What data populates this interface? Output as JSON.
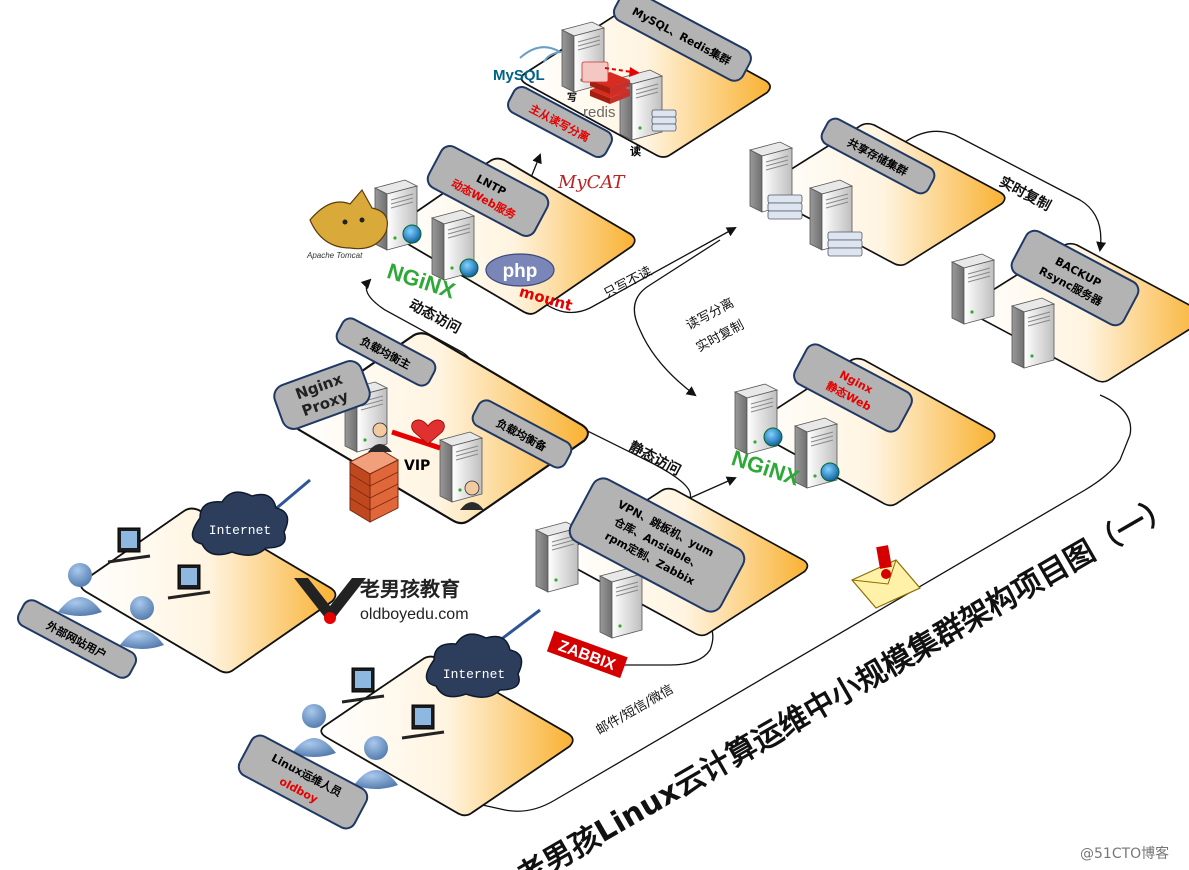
{
  "title": "老男孩Linux云计算运维中小规模集群架构项目图（一）",
  "watermark": "@51CTO博客",
  "brand": {
    "cn": "老男孩教育",
    "url": "oldboyedu.com"
  },
  "colors": {
    "panel_gradient_end": "#f9b233",
    "label_fill": "#b3b3b3",
    "label_border": "#1f3864",
    "red": "#e60000",
    "nginx_green": "#2ea836",
    "php_purple": "#7a86b8",
    "line_blue": "#2f5597"
  },
  "nodes": {
    "mysql": {
      "label_line1": "MySQL、Redis集群",
      "write": "写",
      "read": "读",
      "mysql_logo": "MySQL",
      "redis_logo": "redis",
      "split_line1": "主从读写分离"
    },
    "lntp": {
      "label_line1": "LNTP",
      "label_line2": "动态Web服务",
      "tomcat": "Apache Tomcat",
      "php": "php",
      "nginx": "NGiNX",
      "mycat": "MyCAT"
    },
    "storage": {
      "label_line1": "共享存储集群"
    },
    "backup": {
      "label_line1": "BACKUP",
      "label_line2": "Rsync服务器"
    },
    "proxy": {
      "label_main": "负载均衡主",
      "label_backup": "负载均衡备",
      "nginx_proxy_line1": "Nginx",
      "nginx_proxy_line2": "Proxy",
      "vip": "VIP"
    },
    "static_web": {
      "label_line1": "Nginx",
      "label_line2": "静态Web",
      "nginx": "NGiNX"
    },
    "ops_tools": {
      "label_line1": "VPN、跳板机、yum",
      "label_line2": "仓库、Ansiable、",
      "label_line3": "rpm定制、Zabbix",
      "zabbix": "ZABBIX"
    },
    "external_users": {
      "label_line1": "外部网站用户"
    },
    "ops_users": {
      "label_line1": "Linux运维人员",
      "label_line2": "oldboy"
    }
  },
  "internet": [
    "Internet",
    "Internet"
  ],
  "edges": {
    "realtime_copy": "实时复制",
    "write_no_read": "只写不读",
    "rw_split_line1": "读写分离",
    "rw_split_line2": "实时复制",
    "mount": "mount",
    "dynamic_access": "动态访问",
    "static_access": "静态访问",
    "alerts": "邮件/短信/微信"
  }
}
